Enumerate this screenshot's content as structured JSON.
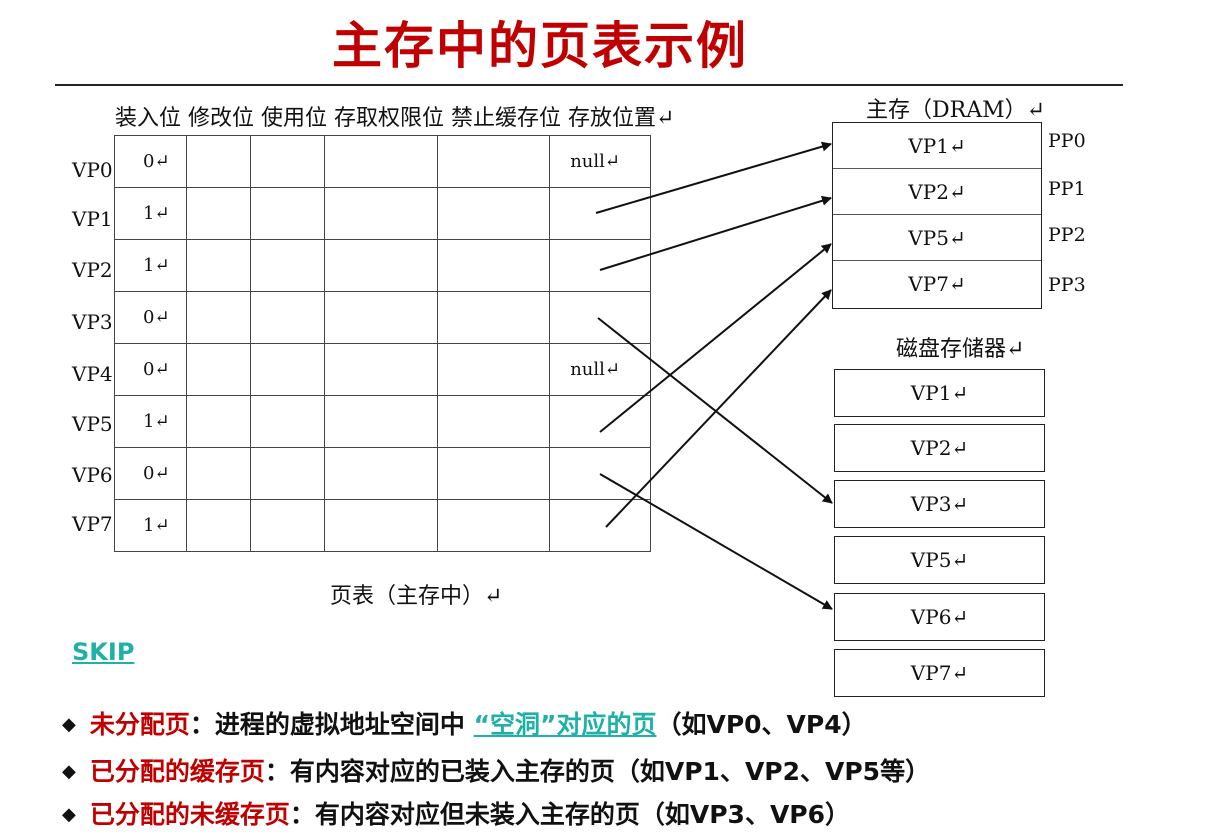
{
  "title": "主存中的页表示例",
  "page_table": {
    "header": "装入位 修改位 使用位 存取权限位 禁止缓存位 存放位置↵",
    "caption": "页表（主存中）↵",
    "rows": [
      {
        "label": "VP0",
        "valid": "0↵",
        "location": "null↵"
      },
      {
        "label": "VP1",
        "valid": "1↵",
        "location": ""
      },
      {
        "label": "VP2",
        "valid": "1↵",
        "location": ""
      },
      {
        "label": "VP3",
        "valid": "0↵",
        "location": ""
      },
      {
        "label": "VP4",
        "valid": "0↵",
        "location": "null↵"
      },
      {
        "label": "VP5",
        "valid": "1↵",
        "location": ""
      },
      {
        "label": "VP6",
        "valid": "0↵",
        "location": ""
      },
      {
        "label": "VP7",
        "valid": "1↵",
        "location": ""
      }
    ]
  },
  "dram": {
    "title": "主存（DRAM）↵",
    "rows": [
      "VP1↵",
      "VP2↵",
      "VP5↵",
      "VP7↵"
    ],
    "physical_pages": [
      "PP0",
      "PP1",
      "PP2",
      "PP3"
    ]
  },
  "disk": {
    "title": "磁盘存储器↵",
    "rows": [
      "VP1↵",
      "VP2↵",
      "VP3↵",
      "VP5↵",
      "VP6↵",
      "VP7↵"
    ]
  },
  "skip_label": "SKIP",
  "bullets": [
    {
      "term": "未分配页",
      "sep": "：",
      "text_before": "进程的虚拟地址空间中 ",
      "highlight": "“空洞”对应的页",
      "text_after": "（如VP0、VP4）"
    },
    {
      "term": "已分配的缓存页",
      "sep": "：",
      "text_before": "有内容对应的已装入主存的页（如VP1、VP2、VP5等）",
      "highlight": "",
      "text_after": ""
    },
    {
      "term": "已分配的未缓存页",
      "sep": "：",
      "text_before": "有内容对应但未装入主存的页（如VP3、VP6）",
      "highlight": "",
      "text_after": ""
    }
  ],
  "colors": {
    "title": "#c00000",
    "term": "#c00000",
    "link": "#1fb0a8"
  },
  "bullet_icon": "diamond-bullet-icon",
  "mappings": [
    {
      "from": "VP1",
      "to": "dram.VP1"
    },
    {
      "from": "VP2",
      "to": "dram.VP2"
    },
    {
      "from": "VP3",
      "to": "disk.VP3"
    },
    {
      "from": "VP5",
      "to": "dram.VP5"
    },
    {
      "from": "VP6",
      "to": "disk.VP6"
    },
    {
      "from": "VP7",
      "to": "dram.VP7"
    }
  ]
}
